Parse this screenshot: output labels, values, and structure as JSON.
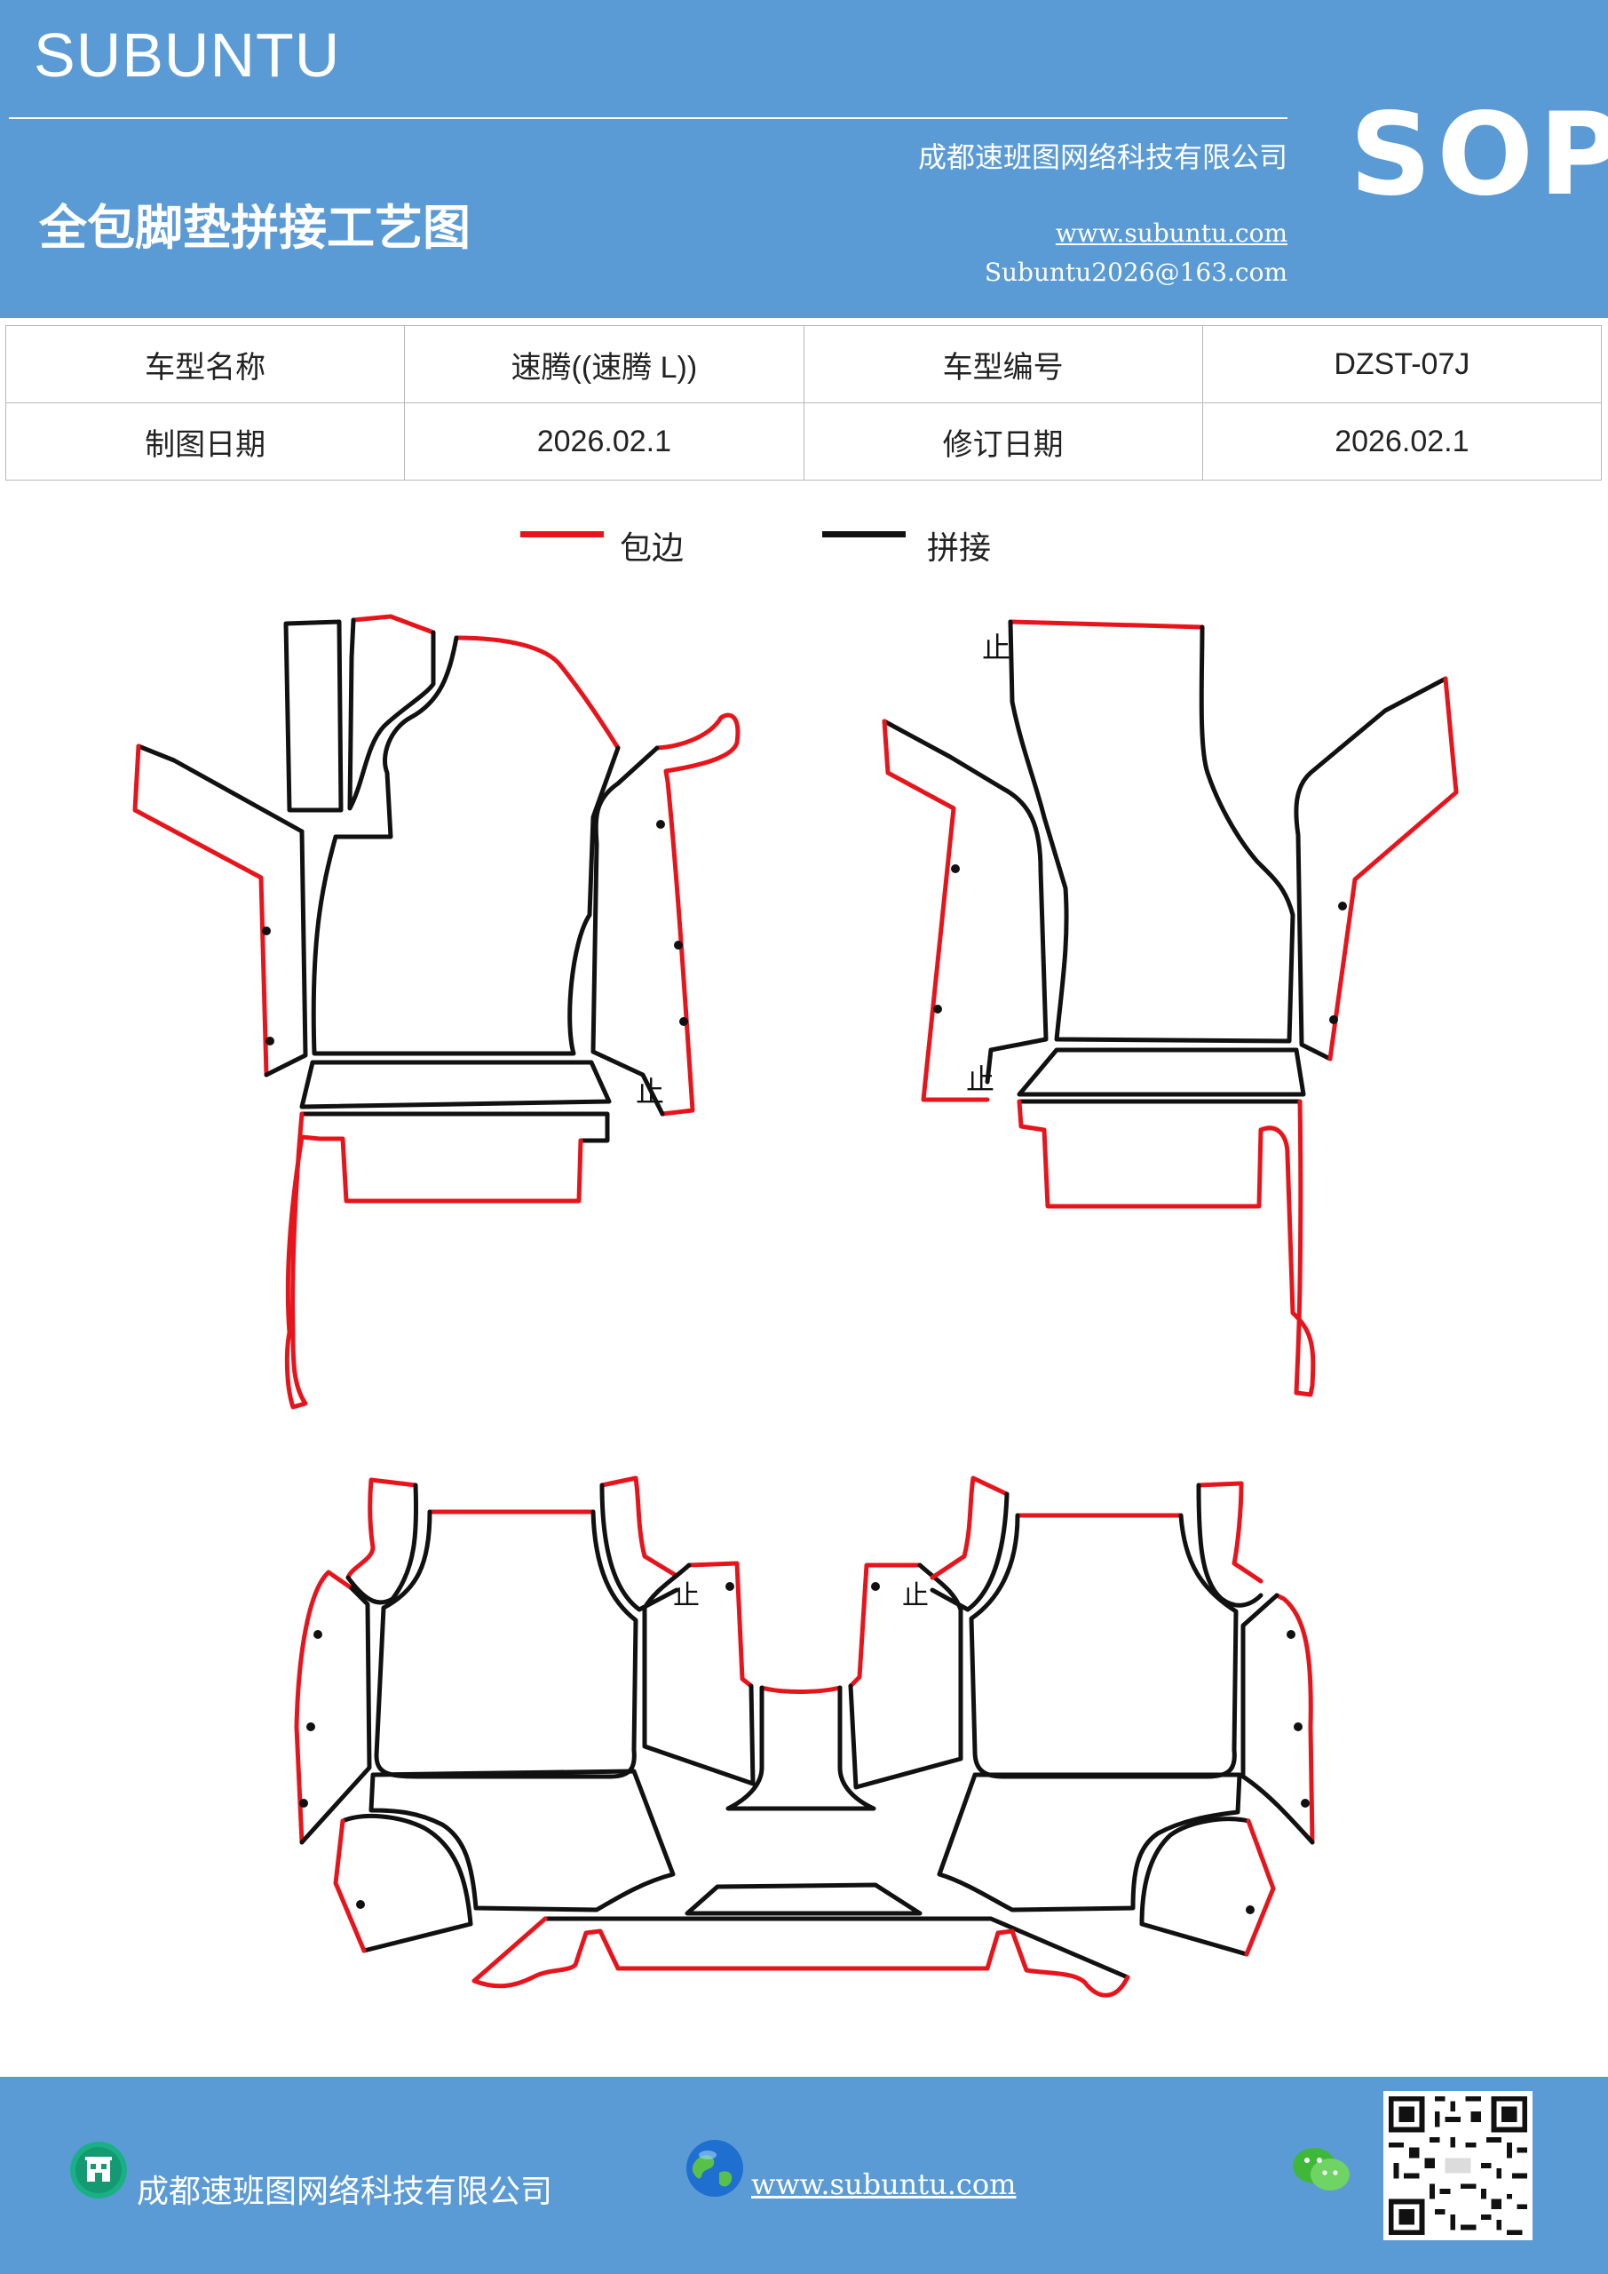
{
  "header": {
    "brand": "SUBUNTU",
    "sop": "SOP",
    "company": "成都速班图网络科技有限公司",
    "title": "全包脚垫拼接工艺图",
    "website": "www.subuntu.com",
    "email": "Subuntu2026@163.com"
  },
  "info": {
    "model_name_label": "车型名称",
    "model_name": "速腾((速腾 L))",
    "model_code_label": "车型编号",
    "model_code": "DZST-07J",
    "draw_date_label": "制图日期",
    "draw_date": "2026.02.1",
    "revise_date_label": "修订日期",
    "revise_date": "2026.02.1"
  },
  "legend": {
    "edge_label": "包边",
    "edge_color": "#e8141c",
    "splice_label": "拼接",
    "splice_color": "#111111"
  },
  "diagram": {
    "stop_mark": "止"
  },
  "footer": {
    "company": "成都速班图网络科技有限公司",
    "website": "www.subuntu.com",
    "icons": [
      "building-icon",
      "globe-icon",
      "wechat-icon",
      "qr-code"
    ]
  }
}
